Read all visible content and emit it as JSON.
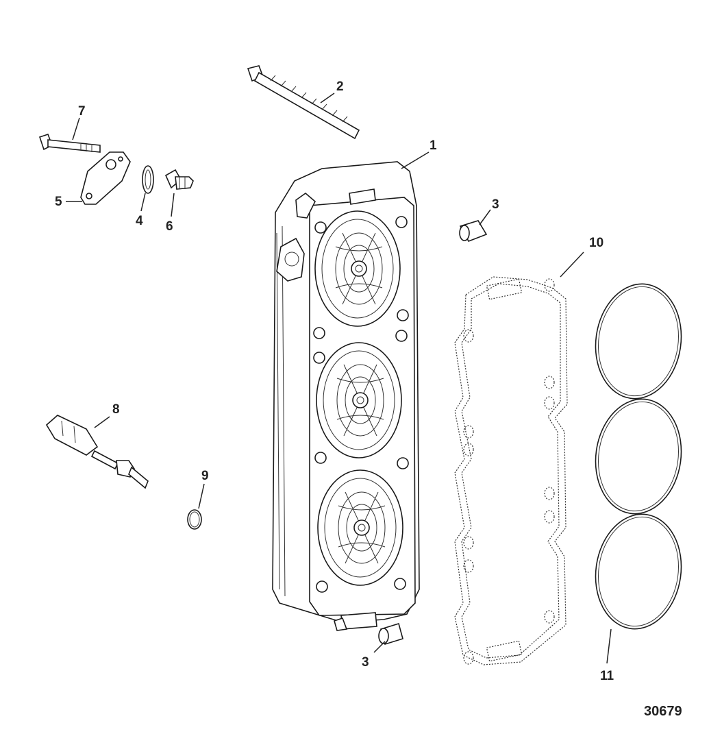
{
  "callouts": [
    "1",
    "2",
    "3",
    "3",
    "4",
    "5",
    "6",
    "7",
    "8",
    "9",
    "10",
    "11"
  ],
  "figure_number": "30679"
}
